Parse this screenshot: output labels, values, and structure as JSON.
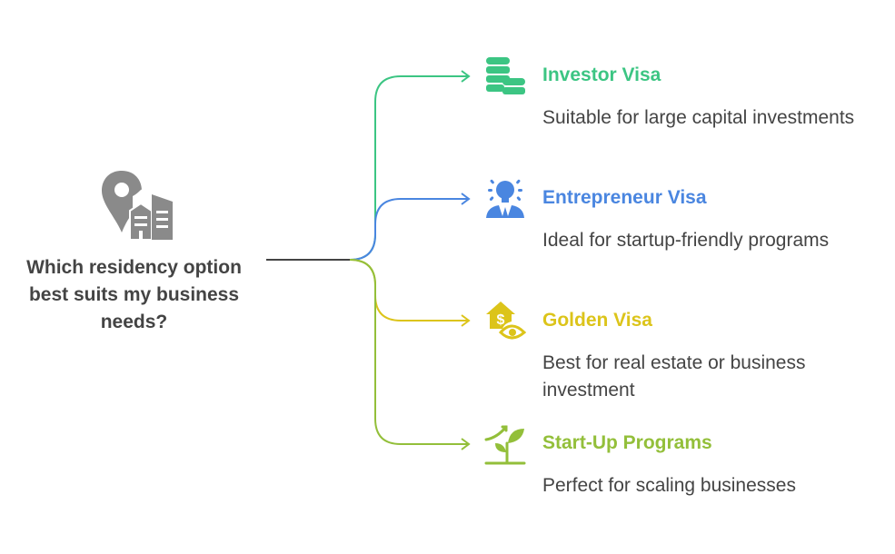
{
  "question": "Which residency option best suits my business needs?",
  "branches": [
    {
      "title": "Investor Visa",
      "description": "Suitable for large capital investments",
      "color": "#3cc583",
      "icon": "coins-stack-icon"
    },
    {
      "title": "Entrepreneur Visa",
      "description": "Ideal for startup-friendly programs",
      "color": "#4a86e0",
      "icon": "idea-person-icon"
    },
    {
      "title": "Golden Visa",
      "description": "Best for real estate or business investment",
      "color": "#dcc41a",
      "icon": "house-dollar-eye-icon"
    },
    {
      "title": "Start-Up Programs",
      "description": "Perfect for scaling businesses",
      "color": "#93bf3a",
      "icon": "sprout-growth-icon"
    }
  ]
}
